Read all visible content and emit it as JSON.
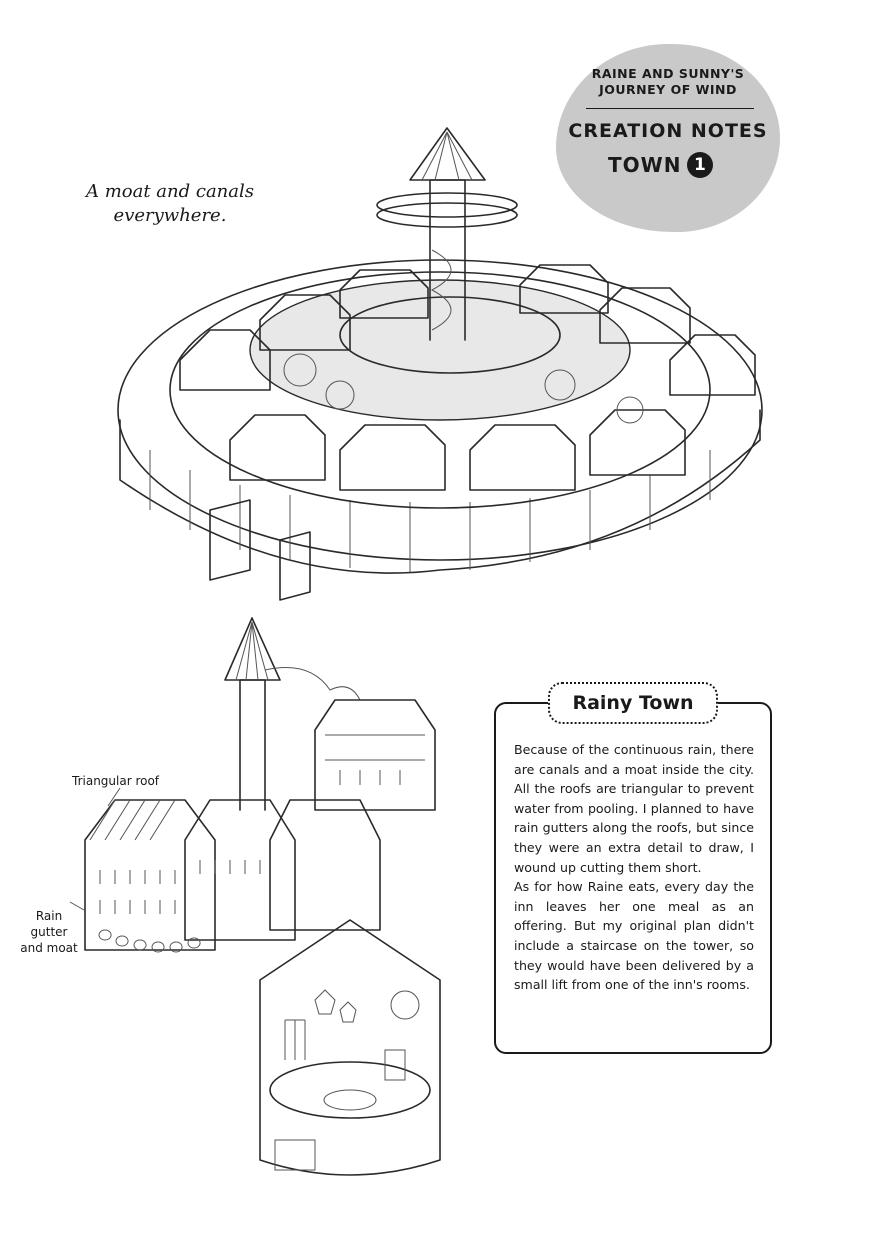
{
  "badge": {
    "series_line_1": "RAINE AND SUNNY'S",
    "series_line_2": "JOURNEY OF WIND",
    "notes_label": "CREATION NOTES",
    "town_label": "TOWN",
    "town_number": "1",
    "background_color": "#c9c9c9"
  },
  "caption": {
    "line_1": "A moat and canals",
    "line_2": "everywhere."
  },
  "labels": {
    "triangular_roof": "Triangular roof",
    "rain_gutter_1": "Rain",
    "rain_gutter_2": "gutter",
    "rain_gutter_3": "and moat"
  },
  "info_box": {
    "title": "Rainy Town",
    "paragraph_1": "Because of the continuous rain, there are canals and a moat inside the city. All the roofs are triangular to prevent water from pooling. I planned to have rain gutters along the roofs, but since they were an extra detail to draw, I wound up cutting them short.",
    "paragraph_2": "As for how Raine eats, every day the inn leaves her one meal as an offering. But my original plan didn't include a staircase on the tower, so they would have been delivered by a small lift from one of the inn's rooms."
  }
}
